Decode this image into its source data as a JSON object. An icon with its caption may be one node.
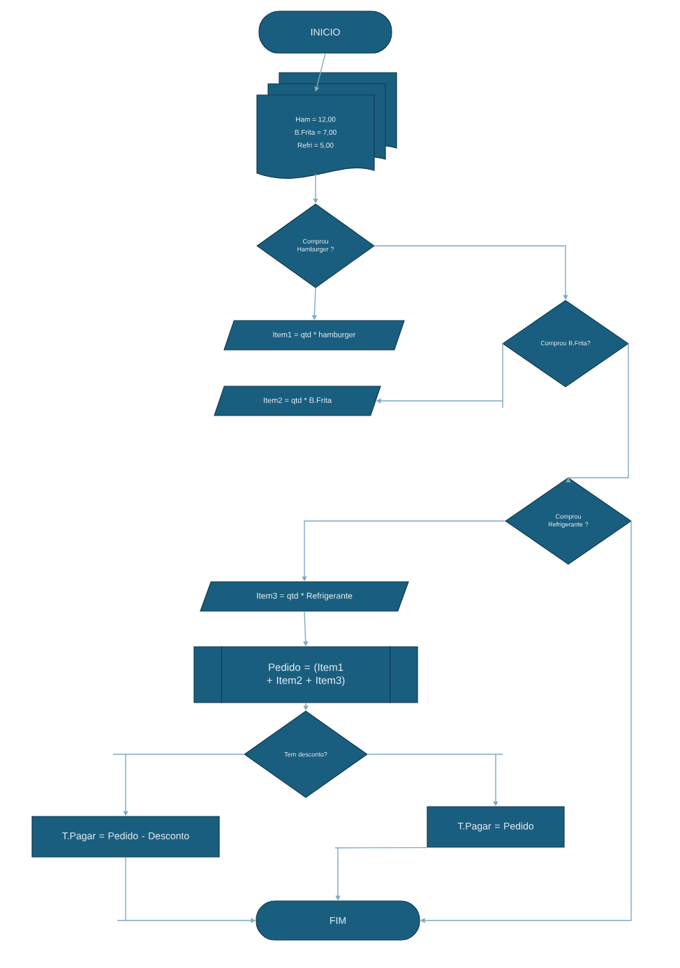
{
  "diagram": {
    "nodes": [
      {
        "text": [
          "INICIO"
        ]
      },
      {
        "text": [
          "Ham = 12,00",
          "B.Frita = 7,00",
          "Refri = 5,00"
        ]
      },
      {
        "text": [
          "Comprou Hamburger ?"
        ]
      },
      {
        "text": [
          "Item1 = qtd * hamburger"
        ]
      },
      {
        "text": [
          "Comprou B.Frita?"
        ]
      },
      {
        "text": [
          "Item2 = qtd * B.Frita"
        ]
      },
      {
        "text": [
          "Comprou Refrigerante ?"
        ]
      },
      {
        "text": [
          "Item3 = qtd * Refrigerante"
        ]
      },
      {
        "text": [
          "Pedido = (Item1 + Item2 + Item3)"
        ]
      },
      {
        "text": [
          "Tem desconto?"
        ]
      },
      {
        "text": [
          "T.Pagar = Pedido - Desconto"
        ]
      },
      {
        "text": [
          "T.Pagar = Pedido"
        ]
      },
      {
        "text": [
          "FIM"
        ]
      }
    ],
    "edges": [
      {
        "from": 0,
        "to": 1,
        "arrow": "to"
      },
      {
        "from": 1,
        "to": 2,
        "arrow": "to"
      },
      {
        "from": 2,
        "to": 3,
        "arrow": "to"
      },
      {
        "from": 2,
        "to": 4,
        "arrow": "to"
      },
      {
        "from": 4,
        "to": 5,
        "arrow": "to"
      },
      {
        "from": 4,
        "to": 6,
        "arrow": "to"
      },
      {
        "from": 6,
        "to": 7,
        "arrow": "to"
      },
      {
        "from": 6,
        "to": 12,
        "arrow": "to"
      },
      {
        "from": 7,
        "to": 8,
        "arrow": "to"
      },
      {
        "from": 8,
        "to": 9,
        "arrow": "to"
      },
      {
        "from": 9,
        "to": 10,
        "arrow": "to"
      },
      {
        "from": 9,
        "to": 11,
        "arrow": "to"
      },
      {
        "from": 10,
        "to": 12,
        "arrow": "to"
      },
      {
        "from": 11,
        "to": 12,
        "arrow": "to"
      }
    ]
  }
}
